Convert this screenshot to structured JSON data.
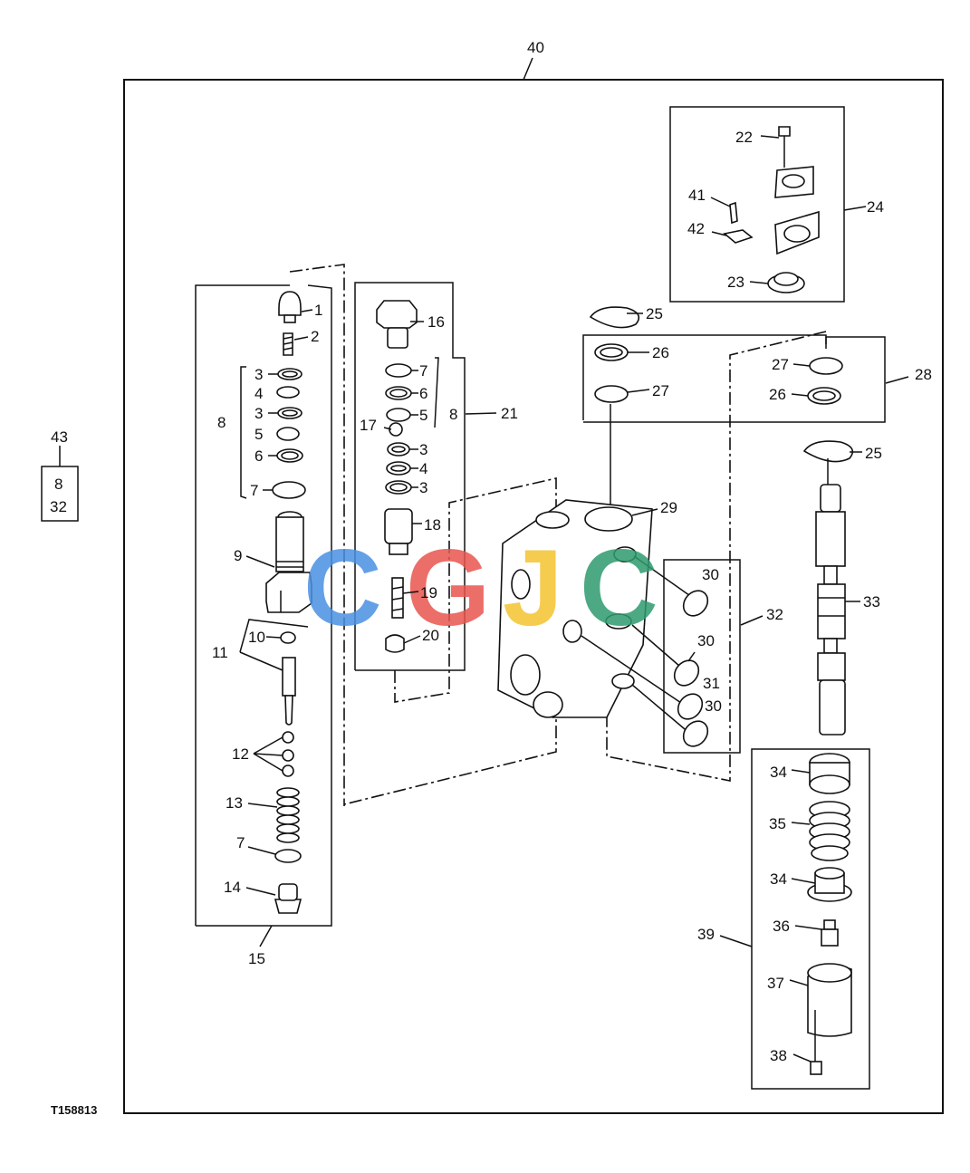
{
  "figure_id": "T158813",
  "callouts": {
    "c40": "40",
    "c43": "43",
    "c43_box_top": "8",
    "c43_box_bottom": "32",
    "c1": "1",
    "c2": "2",
    "c3a": "3",
    "c4": "4",
    "c3b": "3",
    "c5": "5",
    "c6": "6",
    "c7a": "7",
    "c8a": "8",
    "c9": "9",
    "c10": "10",
    "c11": "11",
    "c12": "12",
    "c13": "13",
    "c7b": "7",
    "c14": "14",
    "c15": "15",
    "c16": "16",
    "c7c": "7",
    "c6b": "6",
    "c5b": "5",
    "c17": "17",
    "c3c": "3",
    "c4b": "4",
    "c3d": "3",
    "c8b": "8",
    "c21": "21",
    "c18": "18",
    "c19": "19",
    "c20": "20",
    "c22": "22",
    "c24": "24",
    "c41": "41",
    "c42": "42",
    "c23": "23",
    "c25a": "25",
    "c26a": "26",
    "c27a": "27",
    "c27b": "27",
    "c26b": "26",
    "c28": "28",
    "c25b": "25",
    "c29": "29",
    "c30a": "30",
    "c30b": "30",
    "c31": "31",
    "c30c": "30",
    "c32": "32",
    "c33": "33",
    "c34a": "34",
    "c35": "35",
    "c34b": "34",
    "c36": "36",
    "c39": "39",
    "c37": "37",
    "c38": "38"
  },
  "watermark": {
    "letters": [
      "C",
      "G",
      "J",
      "C"
    ],
    "colors": [
      "#4a90e2",
      "#e8554e",
      "#f4c430",
      "#2e9b6e"
    ]
  }
}
